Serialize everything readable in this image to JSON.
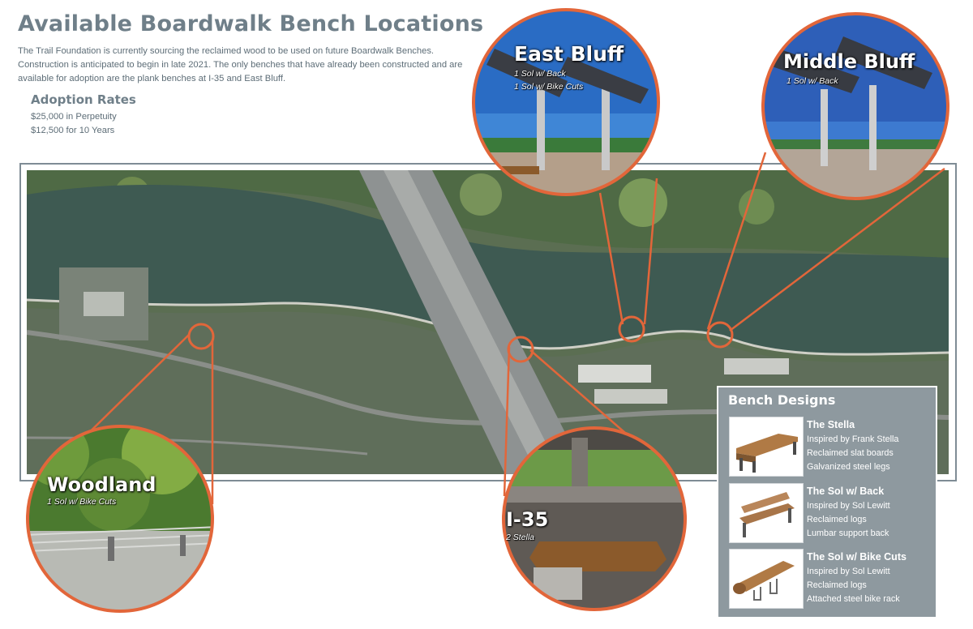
{
  "header": {
    "title": "Available Boardwalk Bench Locations",
    "intro": "The Trail Foundation is currently sourcing the reclaimed wood to be used on future Boardwalk Benches. Construction is anticipated to begin in late 2021. The only benches that have already been constructed and are available for adoption are the plank benches at I-35 and East Bluff."
  },
  "rates": {
    "title": "Adoption Rates",
    "items": [
      "$25,000 in Perpetuity",
      "$12,500 for 10 Years"
    ]
  },
  "colors": {
    "accent_orange": "#e2663a",
    "heading_gray": "#6f7f89",
    "panel_gray": "#8e999f",
    "water": "#3e5a52",
    "land": "#5b6e52"
  },
  "locations": [
    {
      "name": "East Bluff",
      "lines": [
        "1 Sol w/ Back",
        "1 Sol w/ Bike Cuts"
      ]
    },
    {
      "name": "Middle Bluff",
      "lines": [
        "1 Sol w/ Back"
      ]
    },
    {
      "name": "Woodland",
      "lines": [
        "1 Sol w/ Bike Cuts"
      ]
    },
    {
      "name": "I-35",
      "lines": [
        "2 Stella"
      ]
    }
  ],
  "designs": {
    "title": "Bench Designs",
    "items": [
      {
        "name": "The Stella",
        "lines": [
          "Inspired by Frank Stella",
          "Reclaimed slat boards",
          "Galvanized steel legs"
        ]
      },
      {
        "name": "The Sol w/ Back",
        "lines": [
          "Inspired by Sol Lewitt",
          "Reclaimed logs",
          "Lumbar support back"
        ]
      },
      {
        "name": "The Sol w/ Bike Cuts",
        "lines": [
          "Inspired by Sol Lewitt",
          "Reclaimed logs",
          "Attached steel bike rack"
        ]
      }
    ]
  }
}
